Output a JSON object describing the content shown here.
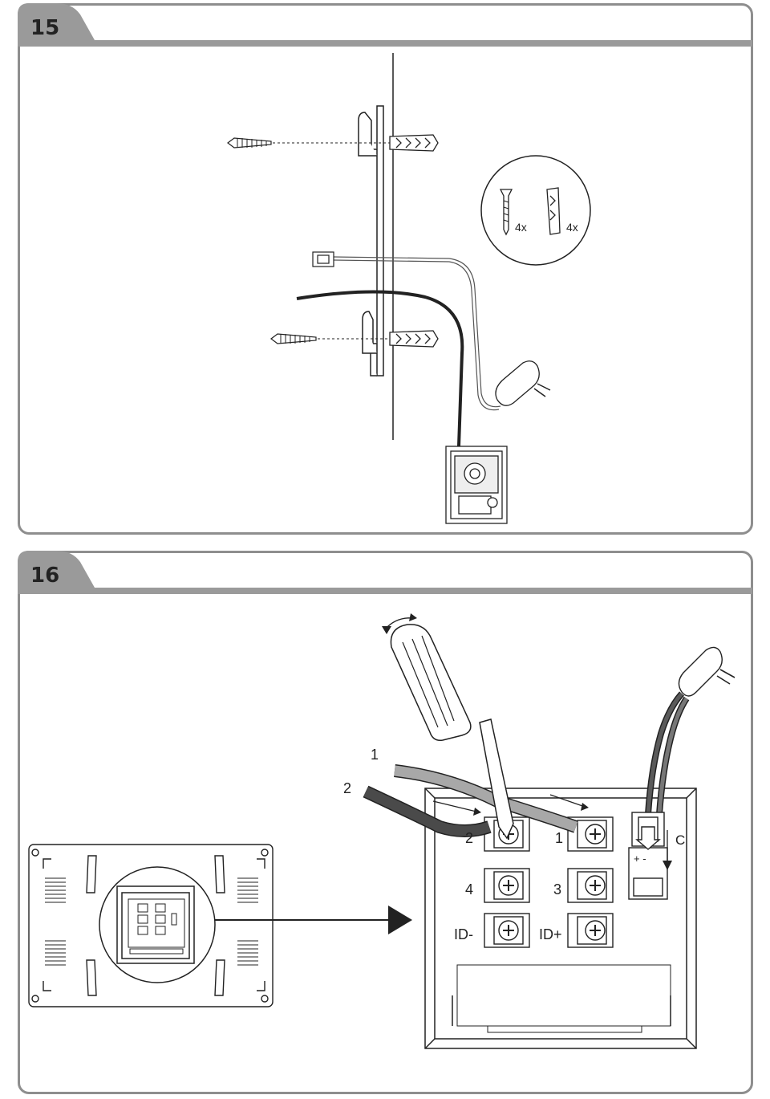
{
  "step15": {
    "number": "15",
    "screw_count": "4x",
    "anchor_count": "4x"
  },
  "step16": {
    "number": "16",
    "wire_label_1": "1",
    "wire_label_2": "2",
    "terminals": {
      "t2": "2",
      "t1": "1",
      "t4": "4",
      "t3": "3",
      "id_minus": "ID-",
      "id_plus": "ID+"
    },
    "connector_label": "C",
    "polarity": "+ -"
  },
  "colors": {
    "frame": "#8e8e8e",
    "line": "#222222",
    "wire_dark": "#3a3a3a",
    "wire_light": "#9a9a9a"
  }
}
